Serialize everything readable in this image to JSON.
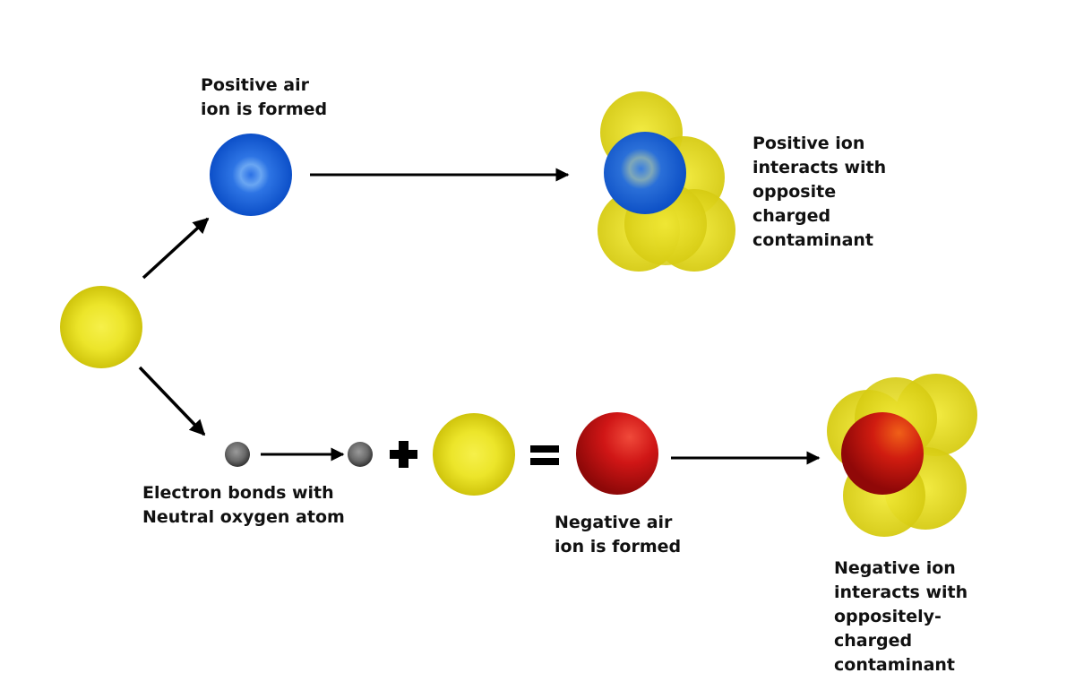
{
  "title": "Air ionization and contaminant interaction",
  "colors": {
    "neutral_oxygen": "#e8e020",
    "positive_ion": "#1a5fd8",
    "negative_ion": "#c81010",
    "electron": "#555555",
    "arrow": "#000000",
    "text": "#111111"
  },
  "labels": {
    "positive_formed": "Positive air\nion is formed",
    "positive_interacts": "Positive ion\ninteracts with\nopposite\ncharged\ncontaminant",
    "electron_bonds": "Electron bonds with\nNeutral oxygen atom",
    "negative_formed": "Negative air\nion is formed",
    "negative_interacts": "Negative ion\ninteracts with\noppositely-\ncharged\ncontaminant"
  },
  "symbols": {
    "plus": "+",
    "equals": "="
  },
  "nodes": [
    {
      "id": "neutral-oxygen-atom",
      "kind": "neutral"
    },
    {
      "id": "positive-air-ion",
      "kind": "positive"
    },
    {
      "id": "positive-ion-cluster",
      "kind": "positive-cluster"
    },
    {
      "id": "electron-1",
      "kind": "electron"
    },
    {
      "id": "electron-2",
      "kind": "electron"
    },
    {
      "id": "neutral-oxygen-atom-2",
      "kind": "neutral"
    },
    {
      "id": "negative-air-ion",
      "kind": "negative"
    },
    {
      "id": "negative-ion-cluster",
      "kind": "negative-cluster"
    }
  ]
}
